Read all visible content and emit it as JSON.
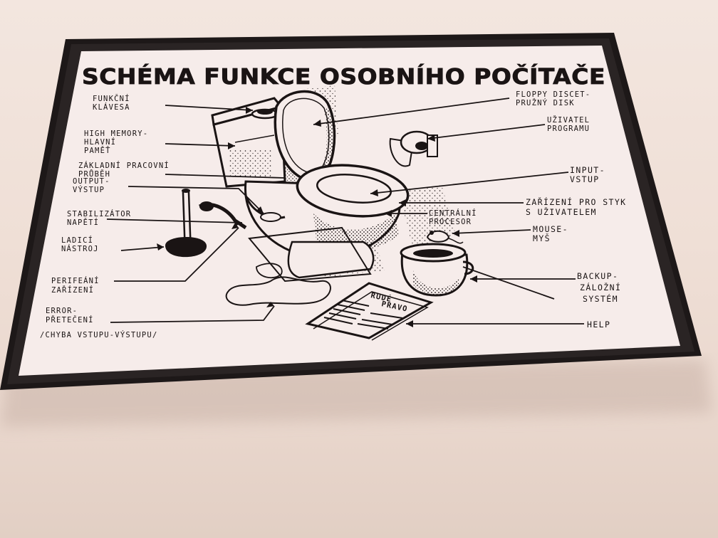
{
  "poster": {
    "title": "SCHÉMA FUNKCE OSOBNÍHO POČÍTAČE",
    "labels": {
      "funkcni_1": "FUNKČNÍ",
      "funkcni_2": "KLÁVESA",
      "high_1": "HIGH MEMORY-",
      "high_2": "HLAVNÍ",
      "high_3": "PAMĚŤ",
      "zaklad_1": "ZÁKLADNÍ PRACOVNÍ",
      "zaklad_2": "PRŮBĚH",
      "output_1": "OUTPUT-",
      "output_2": "VÝSTUP",
      "stab_1": "STABILIZÁTOR",
      "stab_2": "NAPĚTÍ",
      "ladici_1": "LADICÍ",
      "ladici_2": "NÁSTROJ",
      "perif_1": "PERIFEÁNÍ",
      "perif_2": "ZAŘÍZENÍ",
      "error_1": "ERROR-",
      "error_2": "PŘETEČENÍ",
      "error_3": "/CHYBA VSTUPU-VÝSTUPU/",
      "floppy_1": "FLOPPY DISCET-",
      "floppy_2": "PRUŽNÝ DISK",
      "uziv_1": "UŽIVATEL",
      "uziv_2": "PROGRAMU",
      "input_1": "INPUT-",
      "input_2": "VSTUP",
      "styk_1": "ZAŘÍZENÍ PRO STYK",
      "styk_2": "S UŽIVATELEM",
      "cpu_1": "CENTRÁLNÍ",
      "cpu_2": "PROCESOR",
      "mouse_1": "MOUSE-",
      "mouse_2": "MYŠ",
      "backup_1": "BACKUP-",
      "backup_2": "ZÁLOŽNÍ",
      "backup_3": "SYSTÉM",
      "help": "HELP",
      "newspaper_1": "RUDÉ",
      "newspaper_2": "PRAVO"
    }
  },
  "colors": {
    "frame": "#1d1818",
    "paper": "#f6ecea",
    "ink": "#1a1414",
    "wall": "#efe0d8"
  }
}
